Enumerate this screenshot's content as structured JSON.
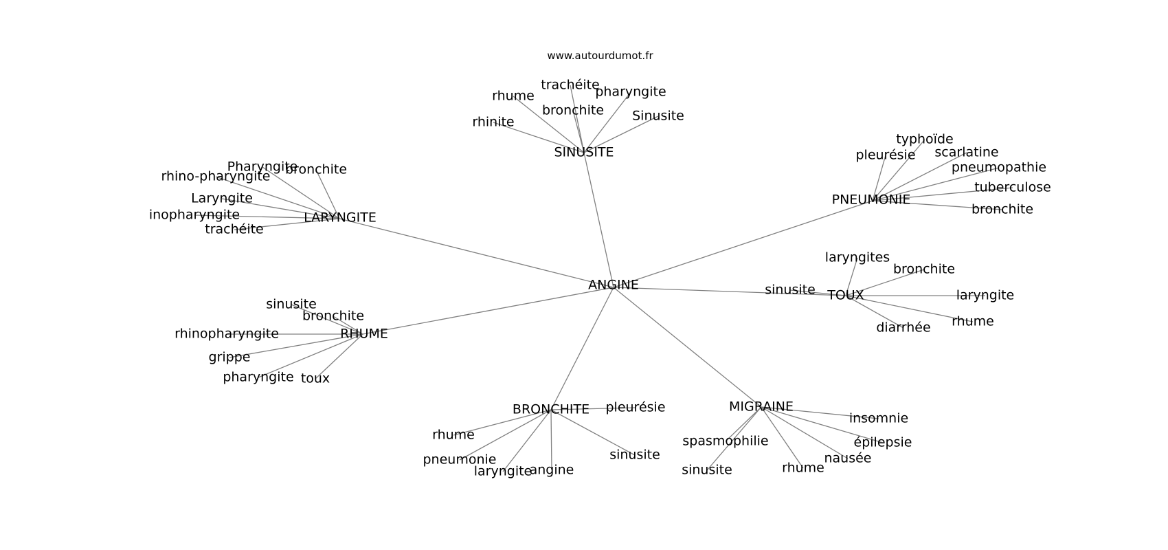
{
  "source": "www.autourdumot.fr",
  "center": "ANGINE",
  "style": {
    "edge_color": "#808080",
    "text_color": "#000000",
    "background": "#ffffff"
  },
  "clusters": [
    {
      "label": "SINUSITE",
      "words": [
        "rhinite",
        "rhume",
        "trachéite",
        "bronchite",
        "pharyngite",
        "Sinusite"
      ]
    },
    {
      "label": "PNEUMONIE",
      "words": [
        "pleurésie",
        "typhoïde",
        "scarlatine",
        "pneumopathie",
        "tuberculose",
        "bronchite"
      ]
    },
    {
      "label": "LARYNGITE",
      "words": [
        "Pharyngite",
        "bronchite",
        "rhino-pharyngite",
        "Laryngite",
        "inopharyngite",
        "trachéite"
      ]
    },
    {
      "label": "TOUX",
      "words": [
        "sinusite",
        "laryngites",
        "bronchite",
        "laryngite",
        "rhume",
        "diarrhée"
      ]
    },
    {
      "label": "RHUME",
      "words": [
        "sinusite",
        "bronchite",
        "rhinopharyngite",
        "grippe",
        "pharyngite",
        "toux"
      ]
    },
    {
      "label": "BRONCHITE",
      "words": [
        "pleurésie",
        "rhume",
        "pneumonie",
        "laryngite",
        "angine",
        "sinusite"
      ]
    },
    {
      "label": "MIGRAINE",
      "words": [
        "insomnie",
        "épilepsie",
        "nausée",
        "rhume",
        "sinusite",
        "spasmophilie"
      ]
    }
  ]
}
